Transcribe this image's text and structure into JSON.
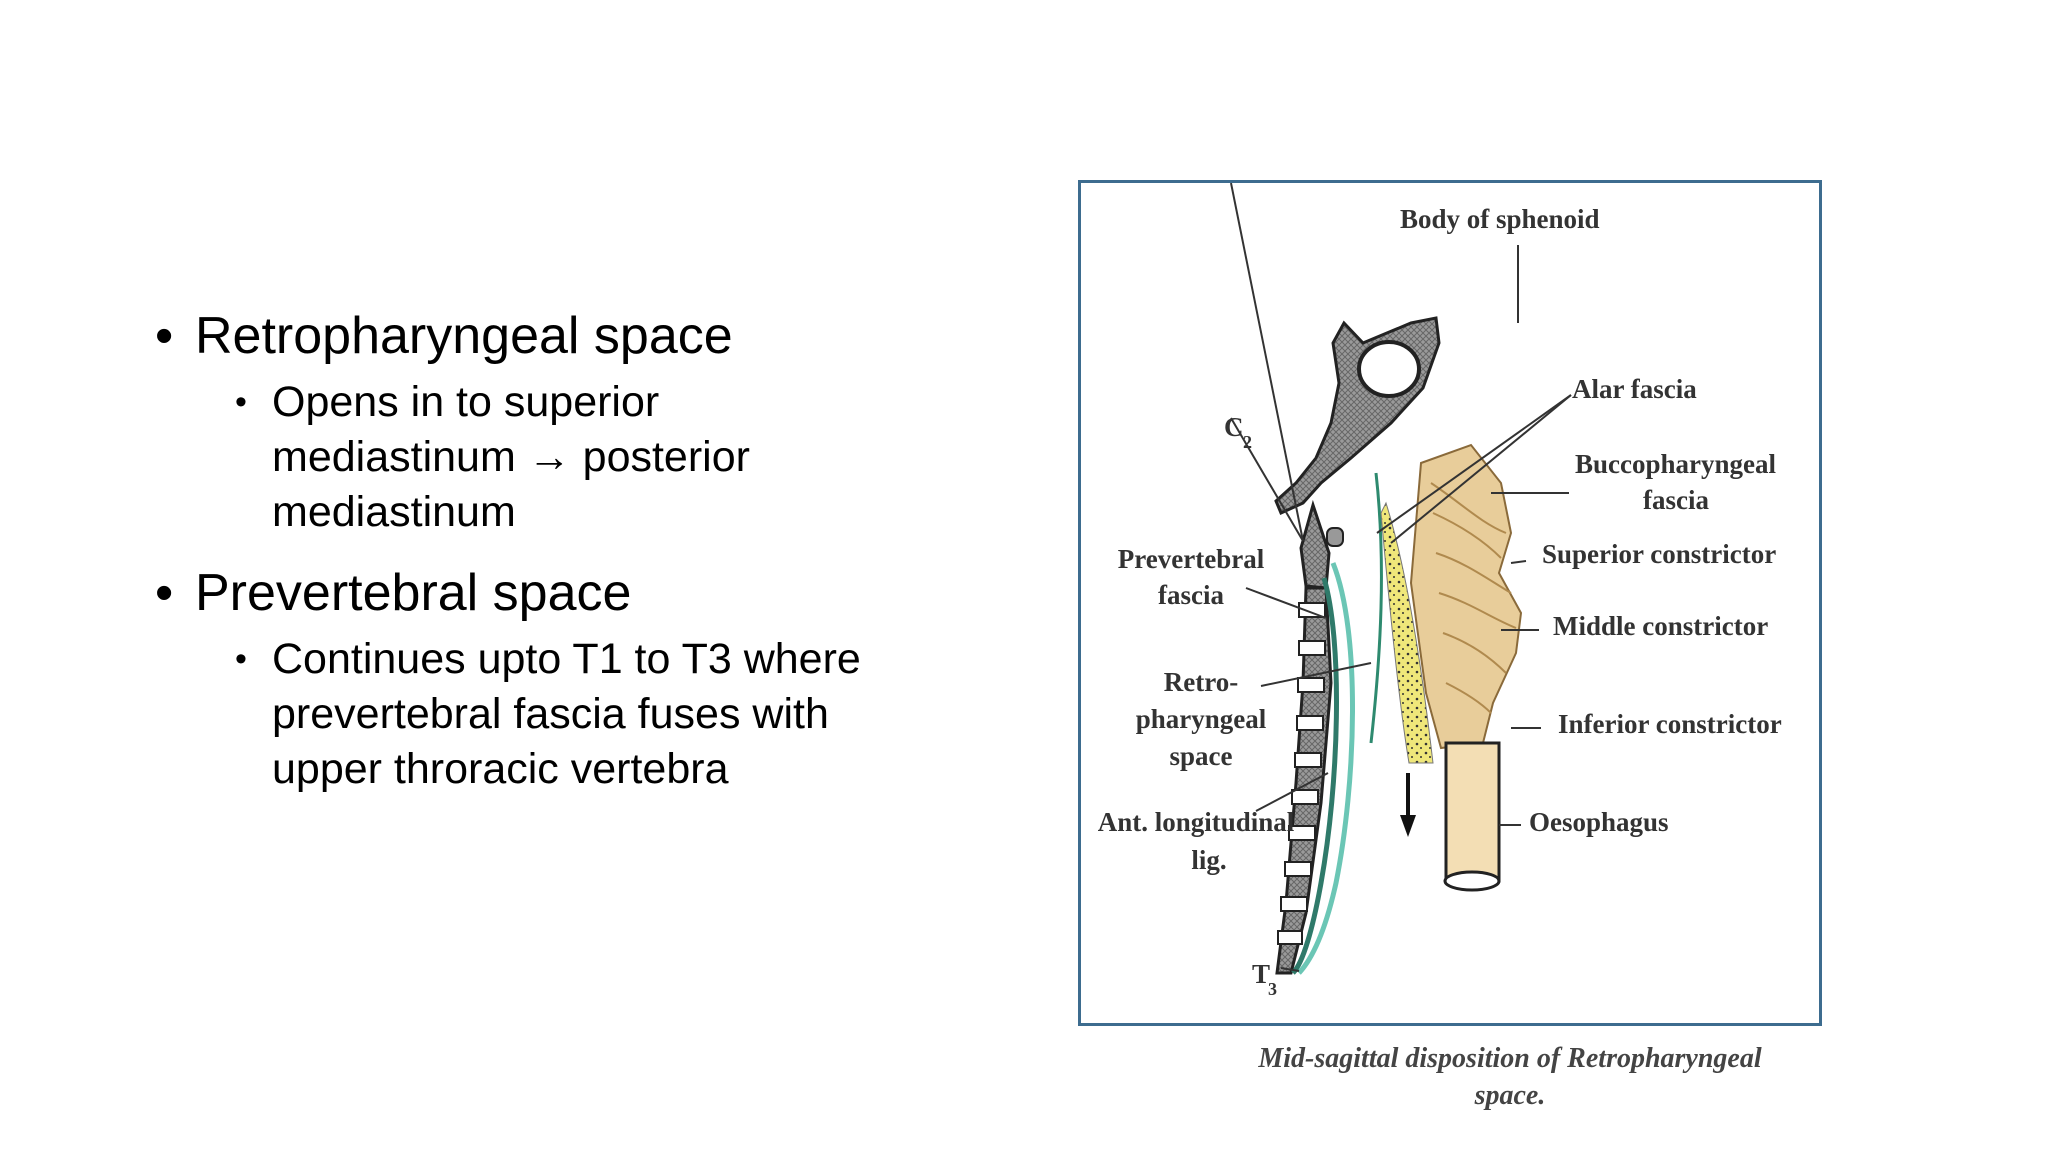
{
  "bullets": [
    {
      "text": "Retropharyngeal space",
      "sub_lines": [
        "Opens in to superior",
        "mediastinum → posterior",
        "mediastinum"
      ]
    },
    {
      "text": "Prevertebral space",
      "sub_lines": [
        "Continues upto T1 to T3 where",
        "prevertebral fascia  fuses with",
        "upper throracic vertebra"
      ]
    }
  ],
  "figure": {
    "labels": {
      "body_of_sphenoid": "Body of sphenoid",
      "alar_fascia": "Alar fascia",
      "buccopharyngeal_1": "Buccopharyngeal",
      "buccopharyngeal_2": "fascia",
      "superior_constrictor": "Superior constrictor",
      "middle_constrictor": "Middle constrictor",
      "inferior_constrictor": "Inferior constrictor",
      "oesophagus": "Oesophagus",
      "c2_main": "C",
      "c2_sub": "2",
      "prevertebral_1": "Prevertebral",
      "prevertebral_2": "fascia",
      "retro_1": "Retro-",
      "retro_2": "pharyngeal",
      "retro_3": "space",
      "ant_long_1": "Ant. longitudinal",
      "ant_long_2": "lig.",
      "t3_main": "T",
      "t3_sub": "3"
    },
    "caption_line1": "Mid-sagittal disposition of Retropharyngeal",
    "caption_line2": "space."
  }
}
